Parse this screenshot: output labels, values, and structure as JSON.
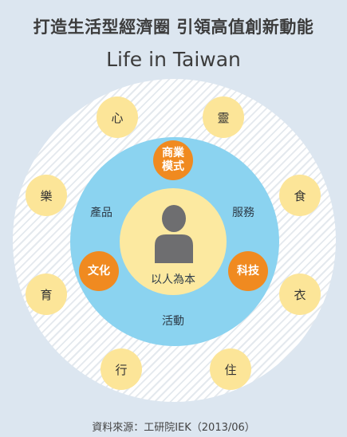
{
  "title_cn": "打造生活型經濟圈 引領高值創新動能",
  "title_en": "Life in Taiwan",
  "outer_items": [
    "心",
    "靈",
    "食",
    "衣",
    "住",
    "行",
    "育",
    "樂"
  ],
  "orange_items": {
    "top": "商業\n模式",
    "left": "文化",
    "right": "科技"
  },
  "ring_labels": {
    "left": "產品",
    "right": "服務",
    "bottom": "活動"
  },
  "center_label": "以人為本",
  "source": "資料來源：工研院IEK（2013/06）",
  "colors": {
    "background": "#dce6f0",
    "blue_ring": "#8bd3f0",
    "yellow": "#fce598",
    "orange": "#f08a20",
    "person": "#6e6e70"
  }
}
